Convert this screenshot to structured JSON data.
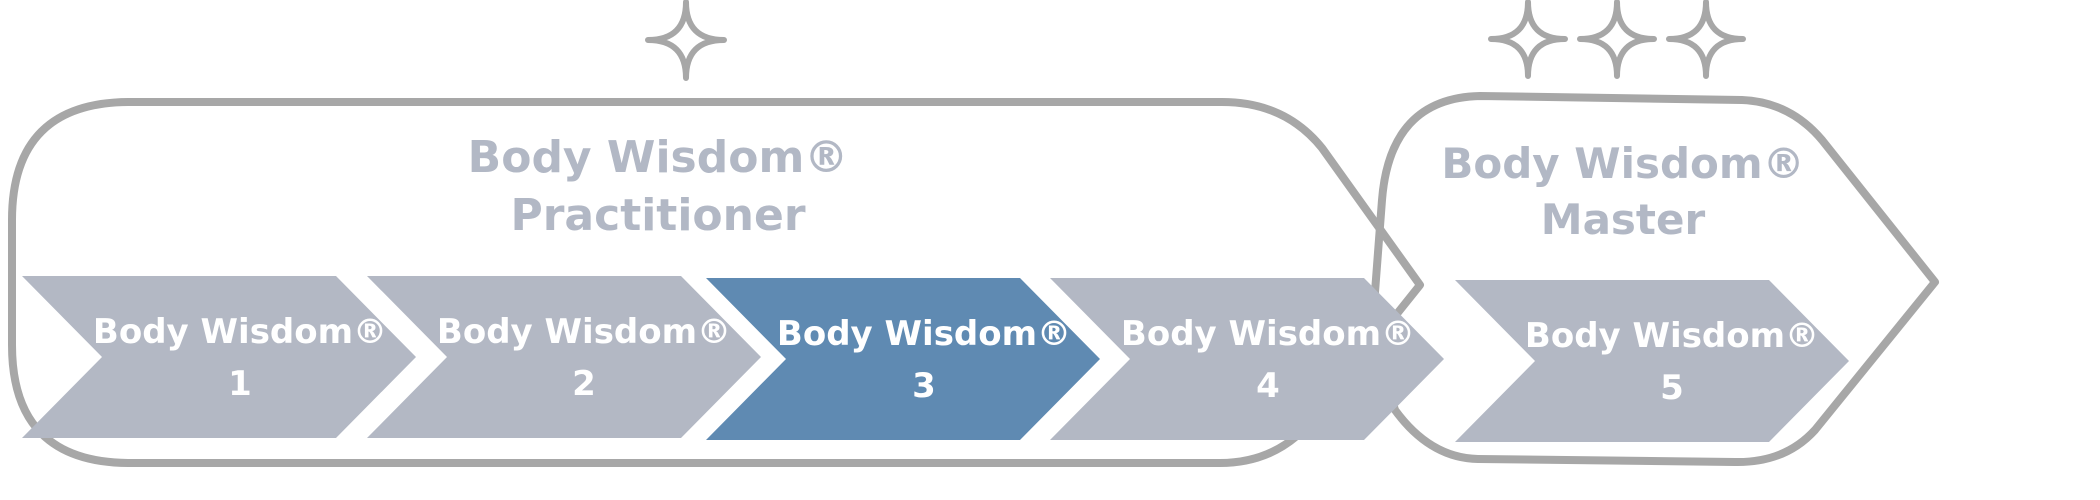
{
  "groups": {
    "practitioner": {
      "title_line1": "Body Wisdom®",
      "title_line2": "Practitioner",
      "stars": 1
    },
    "master": {
      "title_line1": "Body Wisdom®",
      "title_line2": "Master",
      "stars": 3
    }
  },
  "steps": [
    {
      "line1": "Body Wisdom®",
      "line2": "1",
      "active": false
    },
    {
      "line1": "Body Wisdom®",
      "line2": "2",
      "active": false
    },
    {
      "line1": "Body Wisdom®",
      "line2": "3",
      "active": true
    },
    {
      "line1": "Body Wisdom®",
      "line2": "4",
      "active": false
    },
    {
      "line1": "Body Wisdom®",
      "line2": "5",
      "active": false
    }
  ],
  "colors": {
    "outline": "#a7a7a7",
    "star": "#a7a7a7",
    "title_text": "#b2b8c5",
    "chevron": "#b3b8c4",
    "chevron_active": "#5f8ab2",
    "chevron_text": "#ffffff"
  }
}
